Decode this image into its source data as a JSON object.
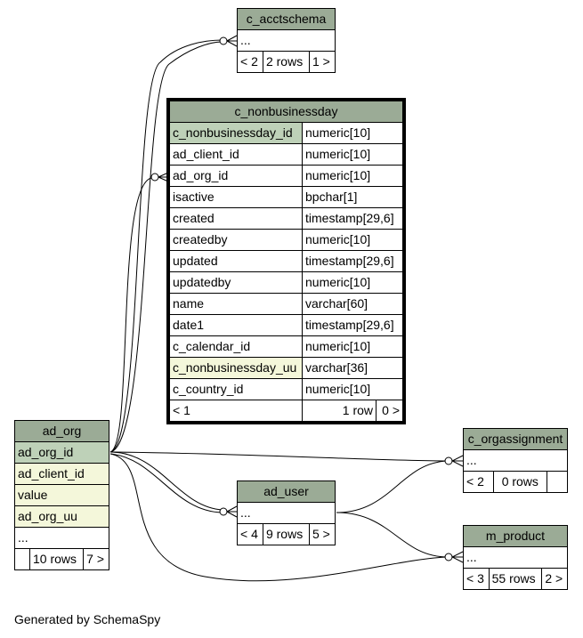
{
  "tables": {
    "c_acctschema": {
      "name": "c_acctschema",
      "ellipsis": "...",
      "nav": {
        "prev": "< 2",
        "rows": "2 rows",
        "next": "1 >"
      }
    },
    "c_nonbusinessday": {
      "name": "c_nonbusinessday",
      "columns": [
        {
          "name": "c_nonbusinessday_id",
          "type": "numeric[10]"
        },
        {
          "name": "ad_client_id",
          "type": "numeric[10]"
        },
        {
          "name": "ad_org_id",
          "type": "numeric[10]"
        },
        {
          "name": "isactive",
          "type": "bpchar[1]"
        },
        {
          "name": "created",
          "type": "timestamp[29,6]"
        },
        {
          "name": "createdby",
          "type": "numeric[10]"
        },
        {
          "name": "updated",
          "type": "timestamp[29,6]"
        },
        {
          "name": "updatedby",
          "type": "numeric[10]"
        },
        {
          "name": "name",
          "type": "varchar[60]"
        },
        {
          "name": "date1",
          "type": "timestamp[29,6]"
        },
        {
          "name": "c_calendar_id",
          "type": "numeric[10]"
        },
        {
          "name": "c_nonbusinessday_uu",
          "type": "varchar[36]"
        },
        {
          "name": "c_country_id",
          "type": "numeric[10]"
        }
      ],
      "nav": {
        "prev": "< 1",
        "rows": "1 row",
        "next": "0 >"
      }
    },
    "ad_org": {
      "name": "ad_org",
      "columns": [
        "ad_org_id",
        "ad_client_id",
        "value",
        "ad_org_uu"
      ],
      "ellipsis": "...",
      "nav": {
        "prev": "",
        "rows": "10 rows",
        "next": "7 >"
      }
    },
    "ad_user": {
      "name": "ad_user",
      "ellipsis": "...",
      "nav": {
        "prev": "< 4",
        "rows": "9 rows",
        "next": "5 >"
      }
    },
    "c_orgassignment": {
      "name": "c_orgassignment",
      "ellipsis": "...",
      "nav": {
        "prev": "< 2",
        "rows": "0 rows",
        "next": ""
      }
    },
    "m_product": {
      "name": "m_product",
      "ellipsis": "...",
      "nav": {
        "prev": "< 3",
        "rows": "55 rows",
        "next": "2 >"
      }
    }
  },
  "footer": "Generated by SchemaSpy"
}
